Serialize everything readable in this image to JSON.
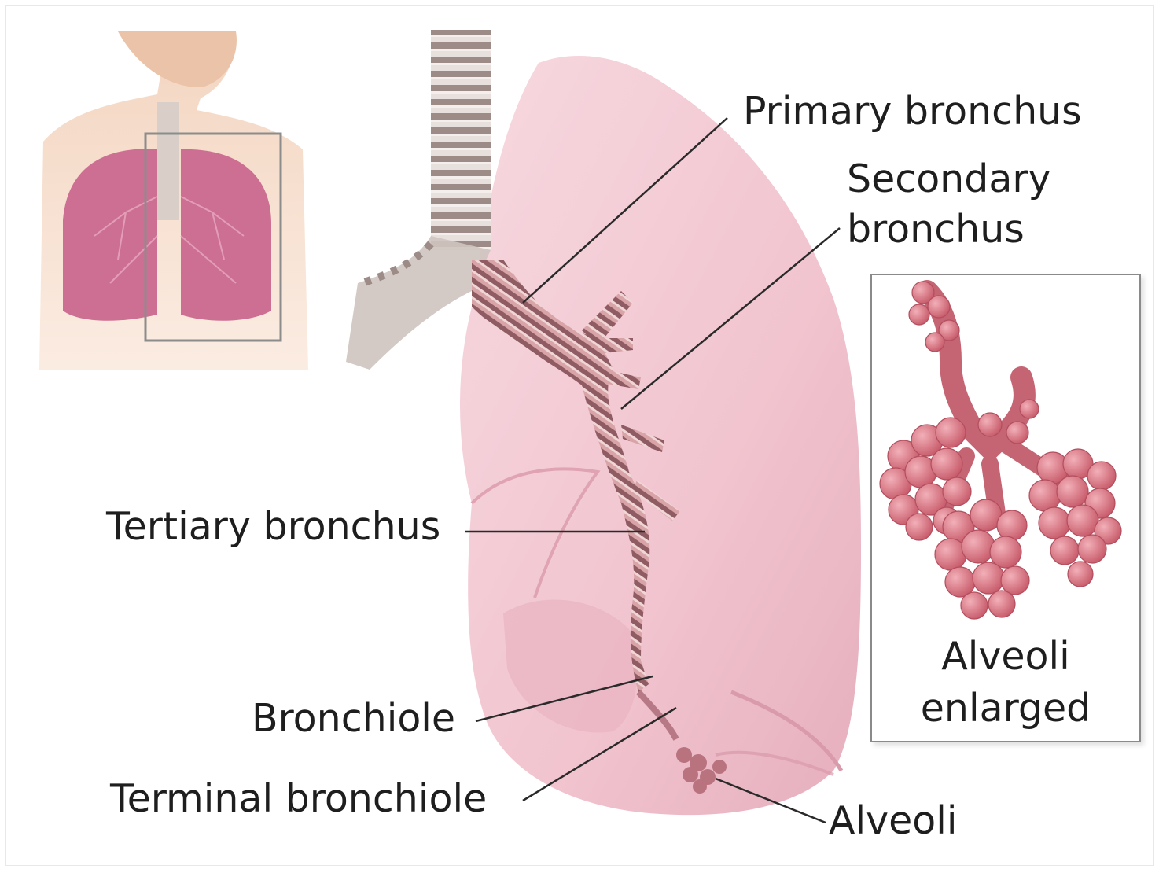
{
  "labels": {
    "primary_bronchus": "Primary bronchus",
    "secondary_bronchus_line1": "Secondary",
    "secondary_bronchus_line2": "bronchus",
    "tertiary_bronchus": "Tertiary bronchus",
    "bronchiole": "Bronchiole",
    "terminal_bronchiole": "Terminal bronchiole",
    "alveoli": "Alveoli"
  },
  "inset": {
    "caption_line1": "Alveoli",
    "caption_line2": "enlarged"
  },
  "colors": {
    "lung_fill": "#f3c9d3",
    "lung_shadow": "#e3a6b6",
    "bronchus": "#c98f96",
    "alveoli": "#d6707e",
    "leader_line": "#2a2a2a",
    "label_text": "#1e1e1e"
  }
}
